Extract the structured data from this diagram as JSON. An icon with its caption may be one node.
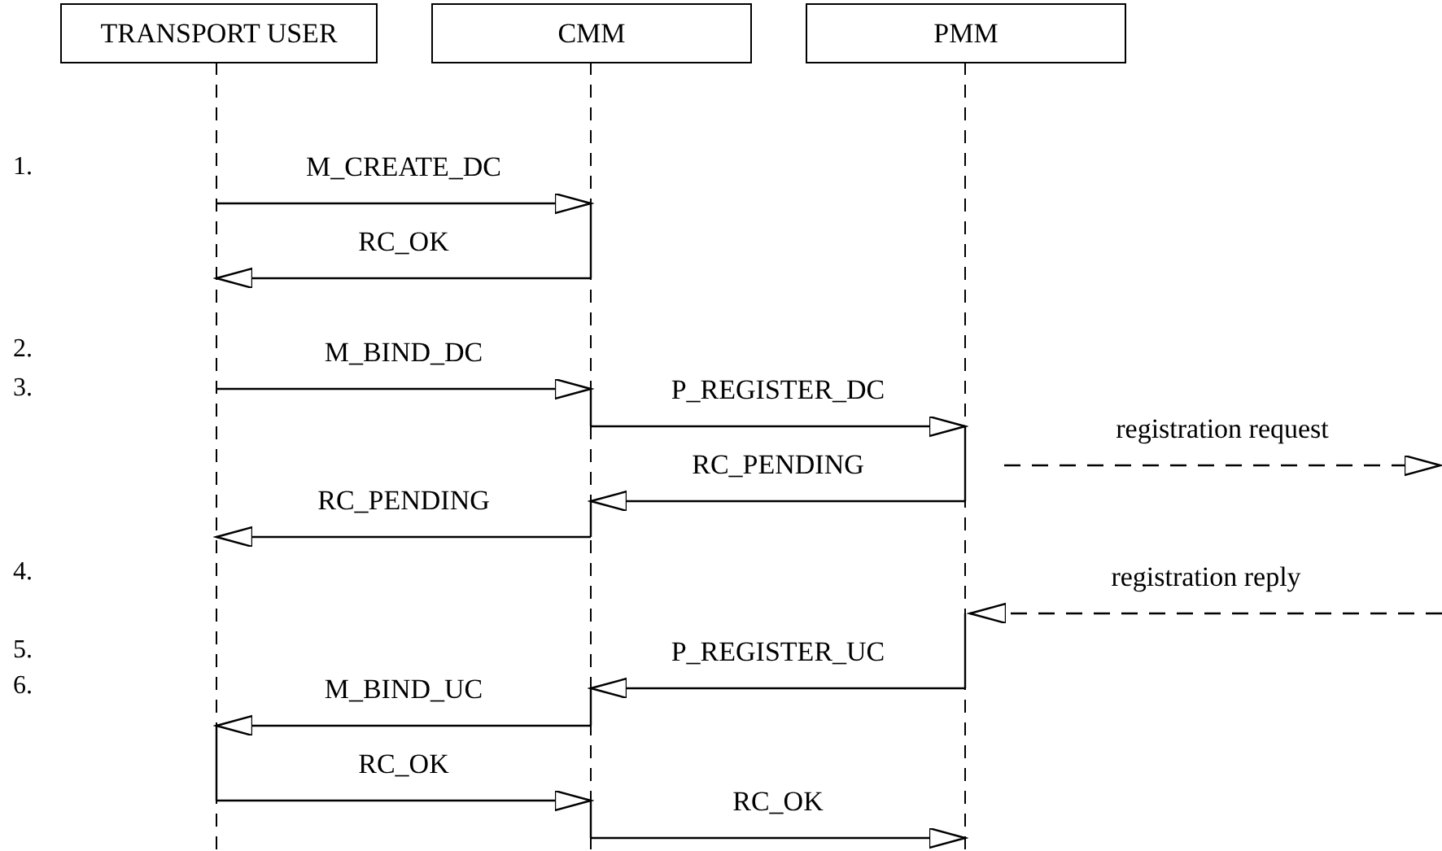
{
  "diagram": {
    "nodes": [
      {
        "text": [
          "TRANSPORT USER"
        ]
      },
      {
        "text": [
          "CMM"
        ]
      },
      {
        "text": [
          "PMM"
        ]
      }
    ],
    "edges": [
      {
        "from": 0,
        "to": 1,
        "arrow": "to",
        "label": "M_CREATE_DC"
      },
      {
        "from": 1,
        "to": 0,
        "arrow": "to",
        "label": "RC_OK"
      },
      {
        "from": 0,
        "to": 1,
        "arrow": "to",
        "label": "M_BIND_DC"
      },
      {
        "from": 1,
        "to": 2,
        "arrow": "to",
        "label": "P_REGISTER_DC"
      },
      {
        "from": 2,
        "to": null,
        "arrow": "to",
        "label": "registration request",
        "style": "dashed"
      },
      {
        "from": 2,
        "to": 1,
        "arrow": "to",
        "label": "RC_PENDING"
      },
      {
        "from": 1,
        "to": 0,
        "arrow": "to",
        "label": "RC_PENDING"
      },
      {
        "from": null,
        "to": 2,
        "arrow": "to",
        "label": "registration reply",
        "style": "dashed"
      },
      {
        "from": 2,
        "to": 1,
        "arrow": "to",
        "label": "P_REGISTER_UC"
      },
      {
        "from": 1,
        "to": 0,
        "arrow": "to",
        "label": "M_BIND_UC"
      },
      {
        "from": 0,
        "to": 1,
        "arrow": "to",
        "label": "RC_OK"
      },
      {
        "from": 1,
        "to": 2,
        "arrow": "to",
        "label": "RC_OK"
      }
    ],
    "labels": [
      "1.",
      "2.",
      "3.",
      "4.",
      "5.",
      "6."
    ]
  }
}
